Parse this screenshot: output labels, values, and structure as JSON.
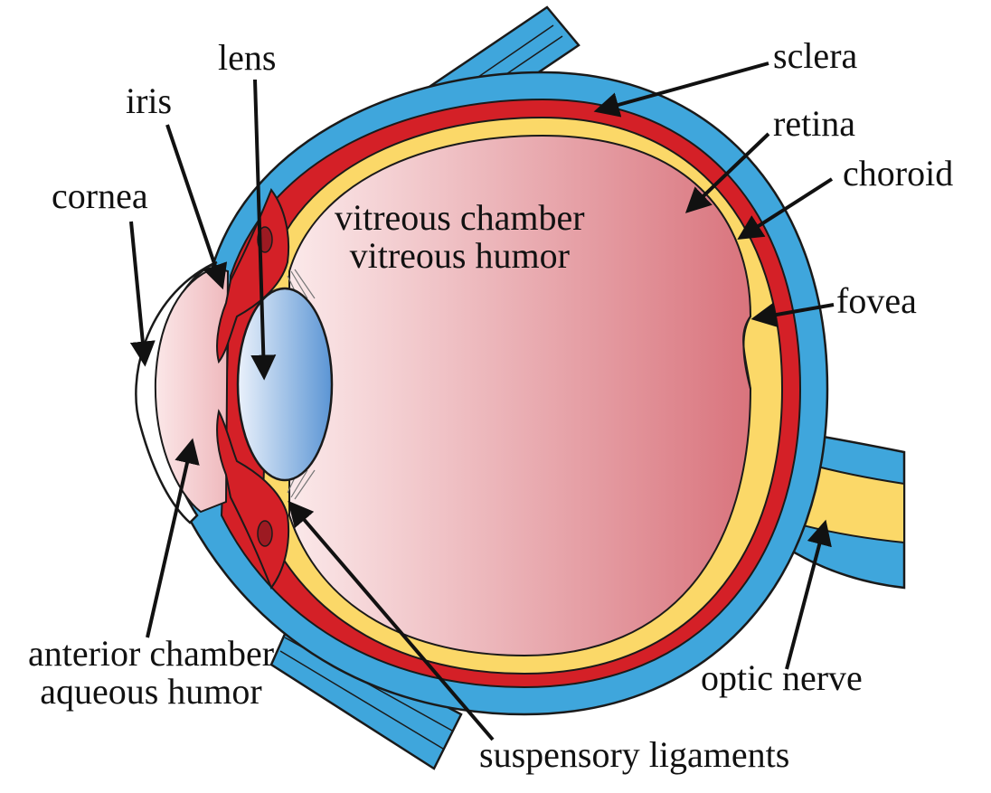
{
  "labels": {
    "lens": "lens",
    "iris": "iris",
    "cornea": "cornea",
    "sclera": "sclera",
    "retina": "retina",
    "choroid": "choroid",
    "fovea": "fovea",
    "vitreous_chamber": "vitreous chamber",
    "vitreous_humor": "vitreous humor",
    "anterior_chamber": "anterior chamber",
    "aqueous_humor": "aqueous humor",
    "optic_nerve": "optic nerve",
    "suspensory_ligaments": "suspensory ligaments"
  },
  "colors": {
    "sclera": "#3fa6dc",
    "choroid": "#d42027",
    "retina": "#fbd868",
    "vitreous_light": "#fbe9ea",
    "vitreous_dark": "#d9747d",
    "lens_light": "#eaf1fb",
    "lens_dark": "#5b95d4",
    "anterior": "#f2c8cc",
    "outline": "#1a1a1a"
  }
}
